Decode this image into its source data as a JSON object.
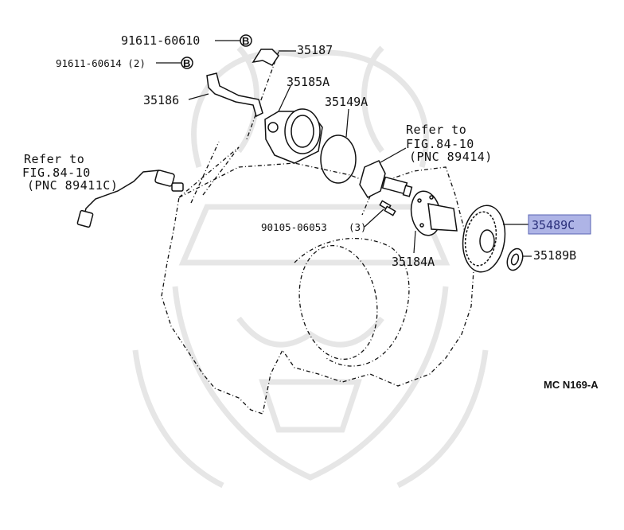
{
  "diagram": {
    "parts": {
      "p1": "91611-60610",
      "p1_tag": "B",
      "p2": "91611-60614 (2)",
      "p2_tag": "B",
      "p3": "35187",
      "p4": "35185A",
      "p5": "35186",
      "p6": "35149A",
      "p7": "90105-06053",
      "p7_qty": "(3)",
      "p8": "35184A",
      "p9": "35489C",
      "p10": "35189B"
    },
    "refs": {
      "left_line1": "Refer to",
      "left_line2": "FIG.84-10",
      "left_line3": "(PNC 89411C)",
      "right_line1": "Refer to",
      "right_line2": "FIG.84-10",
      "right_line3": "(PNC 89414)"
    },
    "diagram_code": "MC N169-A",
    "highlight_color": "#aeb4e6"
  }
}
